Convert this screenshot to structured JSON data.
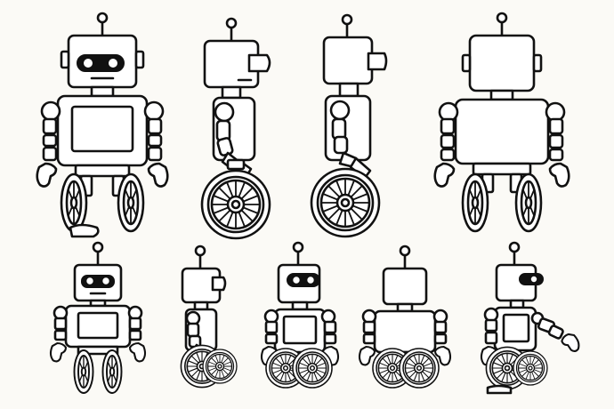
{
  "sheet": {
    "background_color": "#fbfaf6",
    "ink_color": "#111111",
    "subject": "robot-character-turnaround"
  },
  "rows": [
    {
      "views": [
        "front",
        "side-right",
        "side-right-walking",
        "back"
      ]
    },
    {
      "views": [
        "front",
        "side-right",
        "three-quarter",
        "back",
        "side-right-reaching"
      ]
    }
  ]
}
